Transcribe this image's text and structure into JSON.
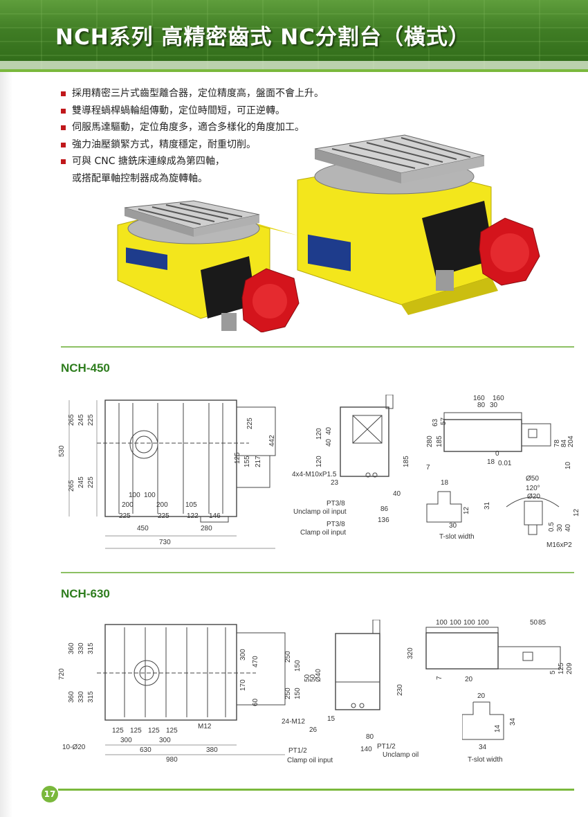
{
  "header": {
    "title": "NCH系列  高精密齒式  NC分割台（橫式）"
  },
  "features": [
    "採用精密三片式齒型離合器，定位精度高，盤面不會上升。",
    "雙導程蝸桿蝸輪組傳動，定位時間短，可正逆轉。",
    "伺服馬達驅動，定位角度多，適合多樣化的角度加工。",
    "強力油壓鎖緊方式，精度穩定，耐重切削。",
    "可與 CNC 搪銑床連線成為第四軸，"
  ],
  "features_continuation": "或搭配單軸控制器成為旋轉軸。",
  "sections": {
    "nch450": {
      "title": "NCH-450"
    },
    "nch630": {
      "title": "NCH-630"
    }
  },
  "nch450": {
    "plan": {
      "dims": [
        "530",
        "265",
        "265",
        "245",
        "245",
        "225",
        "225",
        "100",
        "100",
        "200",
        "200",
        "225",
        "225",
        "450",
        "730",
        "105",
        "122",
        "146",
        "280",
        "225",
        "125",
        "155",
        "217",
        "442"
      ]
    },
    "side": {
      "dims": [
        "120",
        "120",
        "40",
        "40",
        "185",
        "4x4-M10xP1.5",
        "23",
        "40",
        "86",
        "136",
        "PT3/8",
        "Unclamp oil input",
        "PT3/8",
        "Clamp oil input"
      ]
    },
    "front": {
      "dims": [
        "160",
        "160",
        "80",
        "30",
        "63",
        "57",
        "280",
        "185",
        "7",
        "0",
        "18",
        "0.01",
        "78",
        "84",
        "204",
        "10"
      ]
    },
    "tslot": {
      "dims": [
        "18",
        "12",
        "31",
        "30"
      ],
      "label": "T-slot width"
    },
    "center": {
      "dims": [
        "Ø50",
        "120°",
        "Ø20",
        "0.5",
        "30",
        "40",
        "12",
        "M16xP2"
      ]
    }
  },
  "nch630": {
    "plan": {
      "dims": [
        "720",
        "360",
        "360",
        "330",
        "330",
        "315",
        "315",
        "125",
        "125",
        "125",
        "125",
        "300",
        "300",
        "630",
        "980",
        "380",
        "300",
        "470",
        "170",
        "60",
        "M12",
        "10-Ø20"
      ]
    },
    "side": {
      "dims": [
        "250",
        "250",
        "150",
        "150",
        "50",
        "50",
        "Ø40",
        "24-M12",
        "15",
        "26",
        "230",
        "80",
        "140",
        "PT1/2",
        "Clamp oil input",
        "PT1/2",
        "Unclamp oil input"
      ]
    },
    "front": {
      "dims": [
        "100",
        "100",
        "100",
        "100",
        "50",
        "85",
        "320",
        "7",
        "20",
        "5",
        "125",
        "209"
      ]
    },
    "tslot": {
      "dims": [
        "20",
        "14",
        "34",
        "34"
      ],
      "label": "T-slot width"
    }
  },
  "page_number": "17",
  "colors": {
    "banner": "#3f7c24",
    "accent_green": "#7ab83c",
    "section_title": "#2e7d1e",
    "bullet_red": "#c0181b",
    "machine_yellow": "#f3e61c",
    "motor_red": "#d4141c"
  }
}
